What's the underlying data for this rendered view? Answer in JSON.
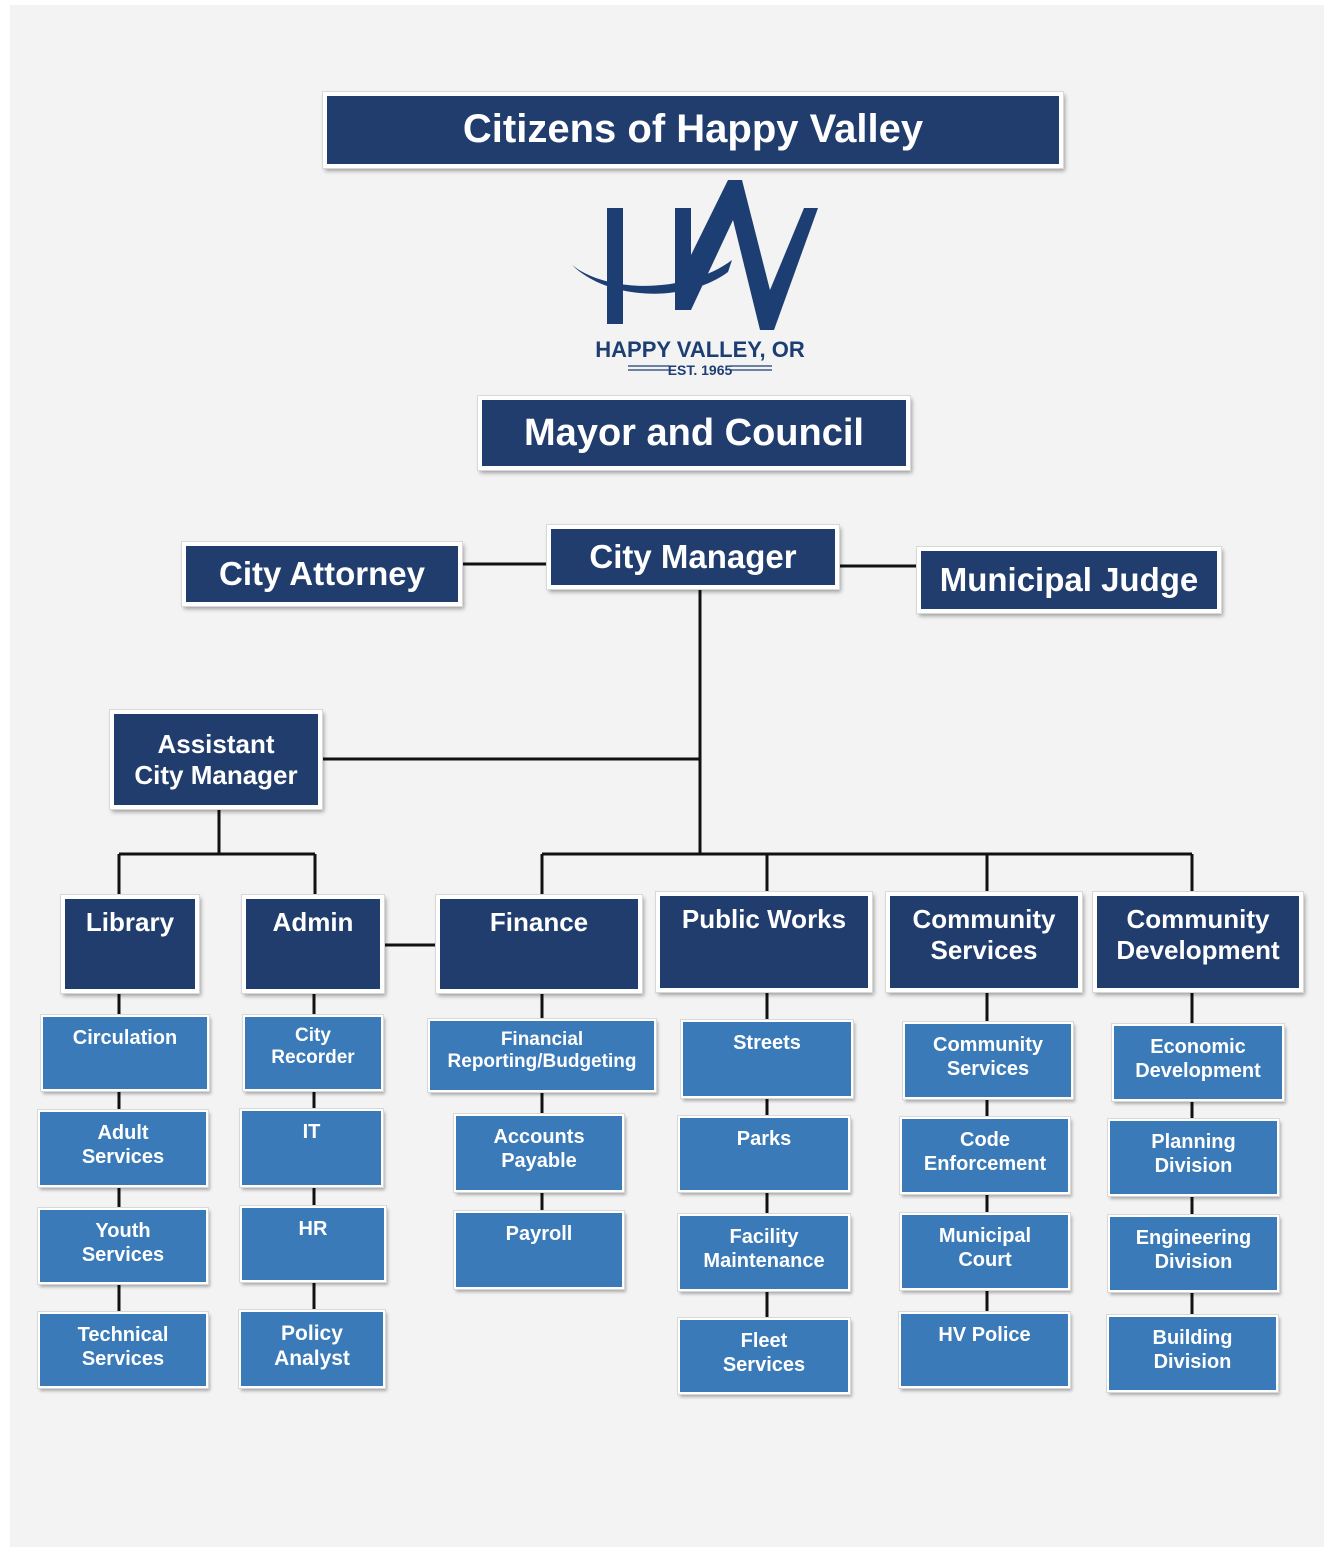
{
  "top": {
    "citizens": "Citizens of Happy Valley",
    "mayor": "Mayor and Council",
    "city_manager": "City Manager",
    "city_attorney": "City Attorney",
    "municipal_judge": "Municipal Judge",
    "assistant_city_manager": "Assistant\nCity Manager"
  },
  "logo": {
    "text": "HAPPY VALLEY, OR",
    "est": "EST. 1965",
    "color": "#1d3e72"
  },
  "departments": {
    "library": {
      "name": "Library",
      "units": [
        "Circulation",
        "Adult\nServices",
        "Youth\nServices",
        "Technical\nServices"
      ]
    },
    "admin": {
      "name": "Admin",
      "units": [
        "City\nRecorder",
        "IT",
        "HR",
        "Policy\nAnalyst"
      ]
    },
    "finance": {
      "name": "Finance",
      "units": [
        "Financial\nReporting/Budgeting",
        "Accounts\nPayable",
        "Payroll"
      ]
    },
    "public_works": {
      "name": "Public Works",
      "units": [
        "Streets",
        "Parks",
        "Facility\nMaintenance",
        "Fleet\nServices"
      ]
    },
    "community_services": {
      "name": "Community\nServices",
      "units": [
        "Community\nServices",
        "Code\nEnforcement",
        "Municipal\nCourt",
        "HV Police"
      ]
    },
    "community_development": {
      "name": "Community\nDevelopment",
      "units": [
        "Economic\nDevelopment",
        "Planning\nDivision",
        "Engineering\nDivision",
        "Building\nDivision"
      ]
    }
  },
  "colors": {
    "dark_box": "#203d6e",
    "light_box": "#3a7ab8",
    "background": "#f3f3f3"
  }
}
